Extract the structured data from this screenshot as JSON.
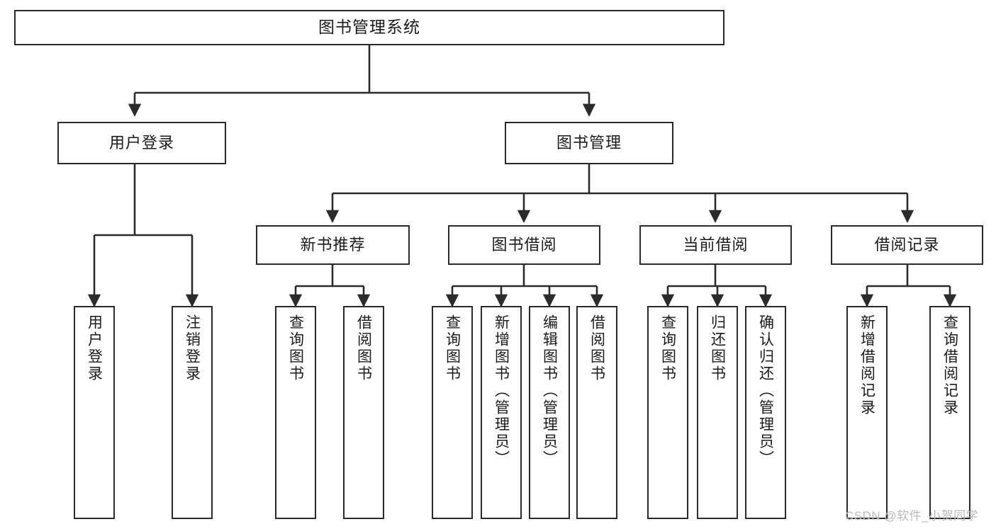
{
  "diagram": {
    "title": "图书管理系统",
    "type": "tree-hierarchy",
    "orientation": "top-down",
    "colors": {
      "node_border": "#2b2b2b",
      "node_fill": "#ffffff",
      "edge": "#2b2b2b",
      "text": "#1b1b1b",
      "watermark": "#b9b9b9",
      "background": "#ffffff"
    },
    "watermark": "CSDN @软件_小贺同学",
    "levels": [
      {
        "level": 0,
        "nodes": [
          {
            "id": "root",
            "label": "图书管理系统"
          }
        ]
      },
      {
        "level": 1,
        "nodes": [
          {
            "id": "user-login",
            "label": "用户登录",
            "parent": "root"
          },
          {
            "id": "book-manage",
            "label": "图书管理",
            "parent": "root"
          }
        ]
      },
      {
        "level": 2,
        "nodes": [
          {
            "id": "new-book-rec",
            "label": "新书推荐",
            "parent": "book-manage"
          },
          {
            "id": "book-borrow",
            "label": "图书借阅",
            "parent": "book-manage"
          },
          {
            "id": "current-borrow",
            "label": "当前借阅",
            "parent": "book-manage"
          },
          {
            "id": "borrow-record",
            "label": "借阅记录",
            "parent": "book-manage"
          }
        ]
      },
      {
        "level": 3,
        "nodes": [
          {
            "id": "leaf-1",
            "label": "用户登录",
            "parent": "user-login"
          },
          {
            "id": "leaf-2",
            "label": "注销登录",
            "parent": "user-login"
          },
          {
            "id": "leaf-3",
            "label": "查询图书",
            "parent": "new-book-rec"
          },
          {
            "id": "leaf-4",
            "label": "借阅图书",
            "parent": "new-book-rec"
          },
          {
            "id": "leaf-5",
            "label": "查询图书",
            "parent": "book-borrow"
          },
          {
            "id": "leaf-6",
            "label": "新增图书（管理员）",
            "parent": "book-borrow"
          },
          {
            "id": "leaf-7",
            "label": "编辑图书（管理员）",
            "parent": "book-borrow"
          },
          {
            "id": "leaf-8",
            "label": "借阅图书",
            "parent": "book-borrow"
          },
          {
            "id": "leaf-9",
            "label": "查询图书",
            "parent": "current-borrow"
          },
          {
            "id": "leaf-10",
            "label": "归还图书",
            "parent": "current-borrow"
          },
          {
            "id": "leaf-11",
            "label": "确认归还（管理员）",
            "parent": "current-borrow"
          },
          {
            "id": "leaf-12",
            "label": "新增借阅记录",
            "parent": "borrow-record"
          },
          {
            "id": "leaf-13",
            "label": "查询借阅记录",
            "parent": "borrow-record"
          }
        ]
      }
    ]
  }
}
